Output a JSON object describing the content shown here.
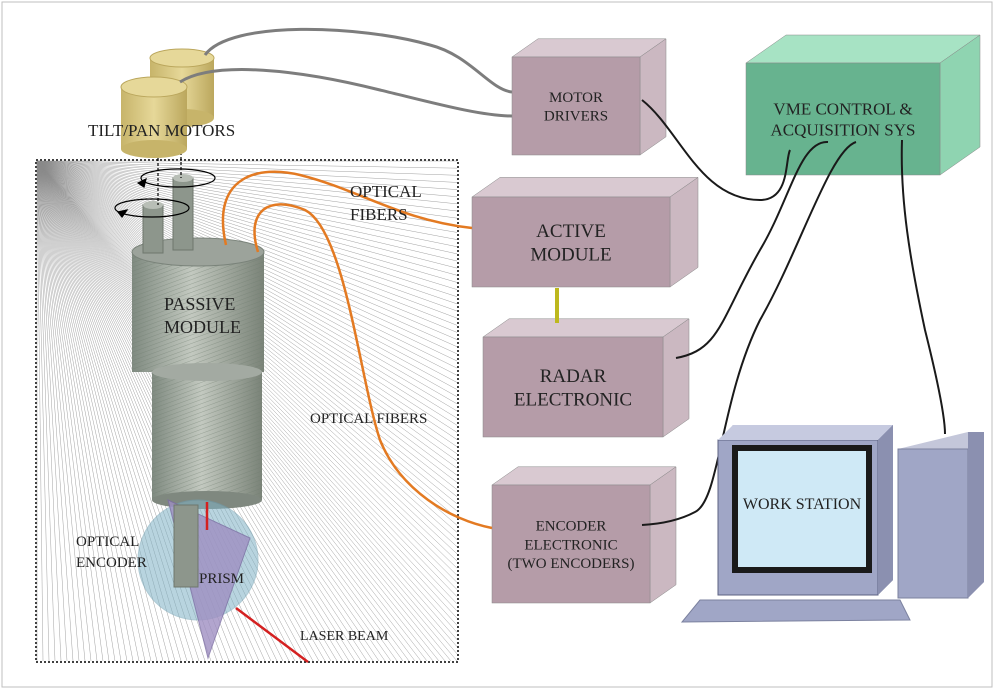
{
  "labels": {
    "tilt_pan_motors": "TILT/PAN MOTORS",
    "optical_fibers_top_1": "OPTICAL",
    "optical_fibers_top_2": "FIBERS",
    "optical_fibers_mid": "OPTICAL FIBERS",
    "passive_module_1": "PASSIVE",
    "passive_module_2": "MODULE",
    "optical_encoder_1": "OPTICAL",
    "optical_encoder_2": "ENCODER",
    "prism": "PRISM",
    "laser_beam": "LASER BEAM"
  },
  "boxes": {
    "motor_drivers": [
      "MOTOR",
      "DRIVERS"
    ],
    "active_module": [
      "ACTIVE",
      "MODULE"
    ],
    "radar_electronic": [
      "RADAR",
      "ELECTRONIC"
    ],
    "encoder_electronic": [
      "ENCODER",
      "ELECTRONIC",
      "(TWO ENCODERS)"
    ],
    "vme": [
      "VME CONTROL &",
      "ACQUISITION SYS"
    ],
    "work_station": "WORK STATION"
  },
  "colors": {
    "box_face": "#b59ca8",
    "box_side": "#cbb8c1",
    "box_top": "#d9c9d1",
    "vme_face": "#67b38f",
    "vme_side": "#8fd4b1",
    "vme_top": "#a7e3c4",
    "motor": "#d9c986",
    "fiber": "#e37a22",
    "cable": "#1a1a1a",
    "motor_cable": "#7d7d7d",
    "laser": "#d42020",
    "screen": "#cfe9f6",
    "monitor": "#a0a6c6"
  }
}
